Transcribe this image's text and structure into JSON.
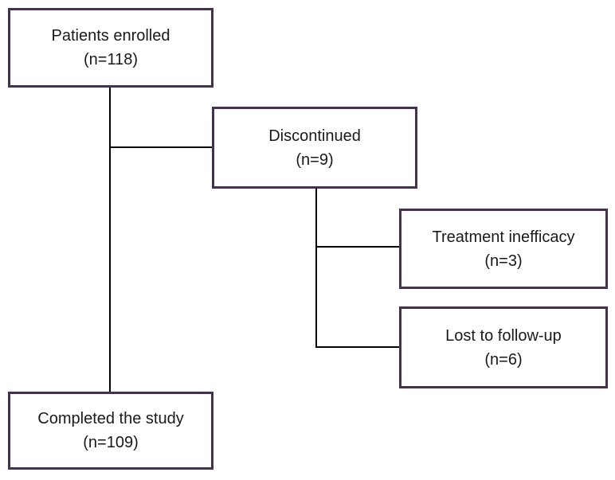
{
  "diagram": {
    "type": "flowchart",
    "colors": {
      "box_border": "#44304f",
      "connector": "#000000",
      "text": "#1a1a1a",
      "background": "#ffffff"
    },
    "nodes": {
      "enrolled": {
        "label": "Patients enrolled",
        "count": "(n=118)"
      },
      "discontinued": {
        "label": "Discontinued",
        "count": "(n=9)"
      },
      "inefficacy": {
        "label": "Treatment inefficacy",
        "count": "(n=3)"
      },
      "lost": {
        "label": "Lost to follow-up",
        "count": "(n=6)"
      },
      "completed": {
        "label": "Completed the study",
        "count": "(n=109)"
      }
    },
    "edges": [
      {
        "from": "enrolled",
        "to": "discontinued"
      },
      {
        "from": "enrolled",
        "to": "completed"
      },
      {
        "from": "discontinued",
        "to": "inefficacy"
      },
      {
        "from": "discontinued",
        "to": "lost"
      }
    ]
  }
}
